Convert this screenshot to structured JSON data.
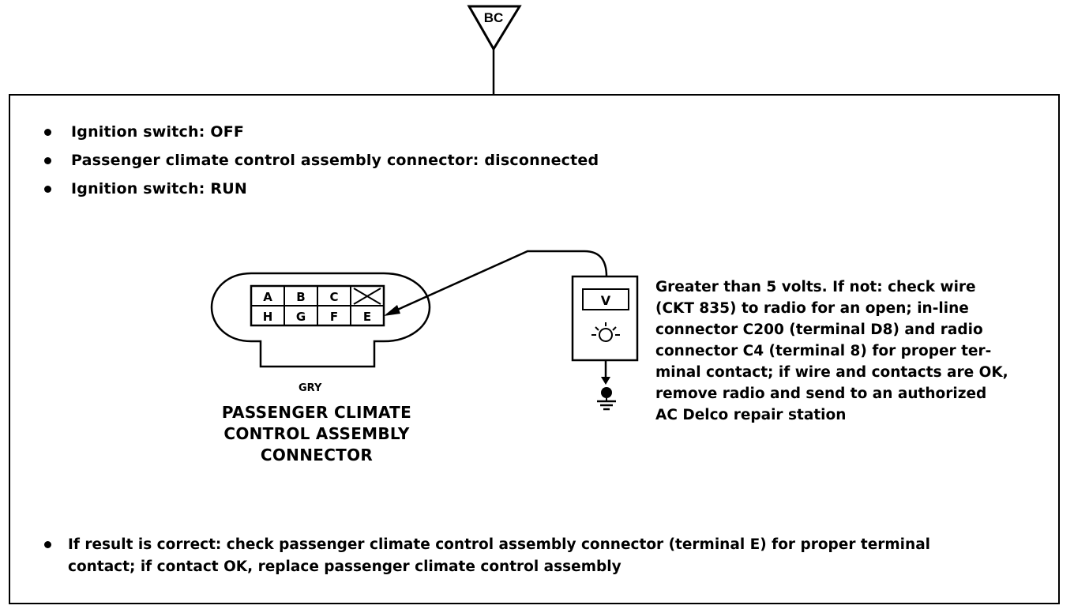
{
  "symbol": {
    "label": "BC"
  },
  "steps": [
    "Ignition switch: OFF",
    "Passenger climate control assembly connector: disconnected",
    "Ignition switch: RUN"
  ],
  "connector": {
    "color_label": "GRY",
    "title_lines": [
      "PASSENGER CLIMATE",
      "CONTROL ASSEMBLY",
      "CONNECTOR"
    ],
    "top_row": [
      "A",
      "B",
      "C",
      "X"
    ],
    "bottom_row": [
      "H",
      "G",
      "F",
      "E"
    ]
  },
  "meter": {
    "label": "V"
  },
  "test_note_lines": [
    "Greater than 5 volts. If not: check wire",
    "(CKT 835) to radio for an open; in-line",
    "connector C200 (terminal D8) and radio",
    "connector C4 (terminal 8) for proper ter-",
    "minal contact; if wire and contacts are OK,",
    "remove radio and send to an authorized",
    "AC Delco repair station"
  ],
  "result_lines": [
    "If result is correct: check passenger climate control assembly connector (terminal E) for proper terminal",
    "contact; if contact OK, replace passenger climate control assembly"
  ]
}
